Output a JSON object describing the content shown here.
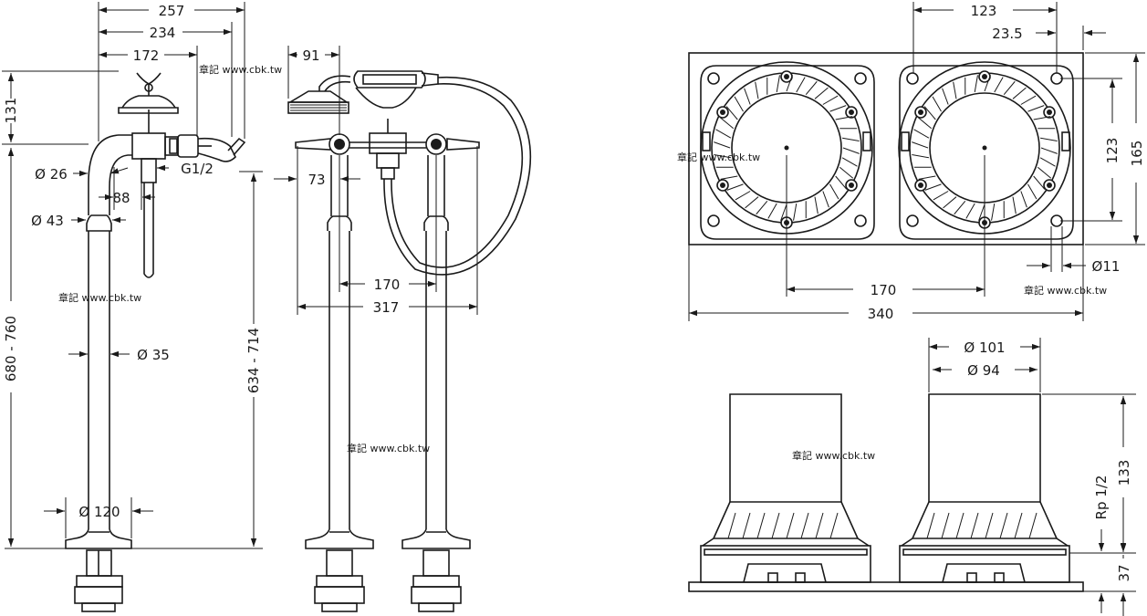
{
  "dimensions": {
    "d257": "257",
    "d234": "234",
    "d172": "172",
    "d131": "131",
    "d680_760": "680 - 760",
    "d26": "Ø 26",
    "g12": "G1/2",
    "d88": "88",
    "d43": "Ø 43",
    "d35": "Ø 35",
    "d120": "Ø 120",
    "d634_714": "634 - 714",
    "d91": "91",
    "d73": "73",
    "d170_front": "170",
    "d317": "317",
    "d123_top": "123",
    "d23_5": "23.5",
    "d123_side": "123",
    "d165": "165",
    "d11": "Ø11",
    "d170_box": "170",
    "d340": "340",
    "d101": "Ø 101",
    "d94": "Ø 94",
    "d133": "133",
    "rp12": "Rp 1/2",
    "d37": "37"
  },
  "watermarks": {
    "w1": "章記 www.cbk.tw",
    "w2": "章記 www.cbk.tw",
    "w3": "章記 www.cbk.tw",
    "w4": "章記 www.cbk.tw",
    "w5": "章記 www.cbk.tw",
    "w6": "章記 www.cbk.tw"
  }
}
